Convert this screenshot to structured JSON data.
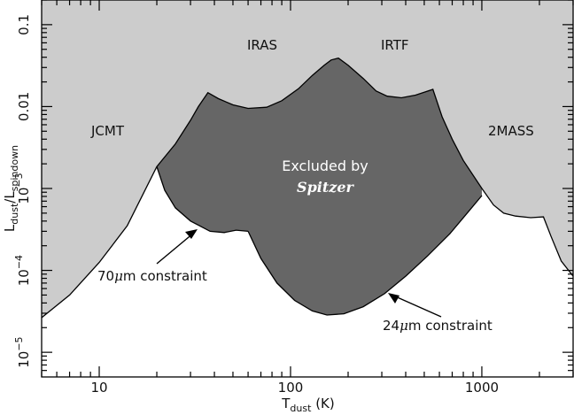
{
  "chart_data": {
    "type": "area",
    "x_scale": "log",
    "y_scale": "log",
    "xlim": [
      5,
      3000
    ],
    "ylim": [
      5e-06,
      0.2
    ],
    "x_ticks": [
      {
        "value": 10,
        "label": "10"
      },
      {
        "value": 100,
        "label": "100"
      },
      {
        "value": 1000,
        "label": "1000"
      }
    ],
    "y_ticks": [
      {
        "value": 0.1,
        "label": "0.1",
        "exp": ""
      },
      {
        "value": 0.01,
        "label": "0.01",
        "exp": ""
      },
      {
        "value": 0.001,
        "label": "10",
        "exp": "−3"
      },
      {
        "value": 0.0001,
        "label": "10",
        "exp": "−4"
      },
      {
        "value": 1e-05,
        "label": "10",
        "exp": "−5"
      }
    ],
    "xlabel_main": "T",
    "xlabel_sub": "dust",
    "xlabel_unit": " (K)",
    "ylabel_main": "L",
    "ylabel_sub1": "dust",
    "ylabel_sep": "/L",
    "ylabel_sub2": "spindown",
    "colors": {
      "prior_constraints": "#cccccc",
      "spitzer_excluded": "#666666",
      "unconstrained": "#ffffff",
      "line": "#000000"
    },
    "prior_upper_limit": [
      [
        5,
        2.65e-05
      ],
      [
        7,
        5e-05
      ],
      [
        10,
        0.000125
      ],
      [
        14,
        0.00035
      ],
      [
        20,
        0.00185
      ],
      [
        25,
        0.0035
      ],
      [
        30,
        0.0068
      ],
      [
        33,
        0.01
      ],
      [
        37,
        0.0148
      ],
      [
        42,
        0.0125
      ],
      [
        50,
        0.0105
      ],
      [
        60,
        0.0095
      ],
      [
        75,
        0.0098
      ],
      [
        90,
        0.0118
      ],
      [
        110,
        0.0165
      ],
      [
        130,
        0.024
      ],
      [
        150,
        0.032
      ],
      [
        163,
        0.037
      ],
      [
        178,
        0.039
      ],
      [
        200,
        0.032
      ],
      [
        240,
        0.022
      ],
      [
        280,
        0.0155
      ],
      [
        320,
        0.0134
      ],
      [
        380,
        0.0128
      ],
      [
        450,
        0.0138
      ],
      [
        510,
        0.0152
      ],
      [
        555,
        0.0162
      ],
      [
        620,
        0.0075
      ],
      [
        700,
        0.004
      ],
      [
        800,
        0.0022
      ],
      [
        1000,
        0.001
      ],
      [
        1150,
        0.00063
      ],
      [
        1300,
        0.0005
      ],
      [
        1500,
        0.00046
      ],
      [
        1800,
        0.00044
      ],
      [
        2100,
        0.00045
      ],
      [
        2300,
        0.00026
      ],
      [
        2600,
        0.00013
      ],
      [
        3000,
        8.5e-05
      ]
    ],
    "spitzer_70um_constraint": [
      [
        20,
        0.00185
      ],
      [
        22,
        0.00095
      ],
      [
        25,
        0.00058
      ],
      [
        30,
        0.0004
      ],
      [
        38,
        0.0003
      ],
      [
        45,
        0.00029
      ],
      [
        52,
        0.00031
      ],
      [
        60,
        0.0003
      ]
    ],
    "spitzer_24um_constraint": [
      [
        60,
        0.0003
      ],
      [
        70,
        0.00014
      ],
      [
        85,
        7e-05
      ],
      [
        105,
        4.3e-05
      ],
      [
        130,
        3.2e-05
      ],
      [
        155,
        2.85e-05
      ],
      [
        190,
        2.95e-05
      ],
      [
        240,
        3.6e-05
      ],
      [
        310,
        5.2e-05
      ],
      [
        400,
        8.5e-05
      ],
      [
        520,
        0.00015
      ],
      [
        680,
        0.00028
      ],
      [
        850,
        0.00052
      ],
      [
        1000,
        0.00082
      ]
    ],
    "annotations": {
      "jcmt": "JCMT",
      "iras": "IRAS",
      "irtf": "IRTF",
      "twomass": "2MASS",
      "excluded_line1": "Excluded by",
      "excluded_line2": "Spitzer",
      "c70_prefix": "70",
      "c70_mu": "μ",
      "c70_suffix": "m constraint",
      "c24_prefix": "24",
      "c24_mu": "μ",
      "c24_suffix": "m constraint"
    }
  }
}
